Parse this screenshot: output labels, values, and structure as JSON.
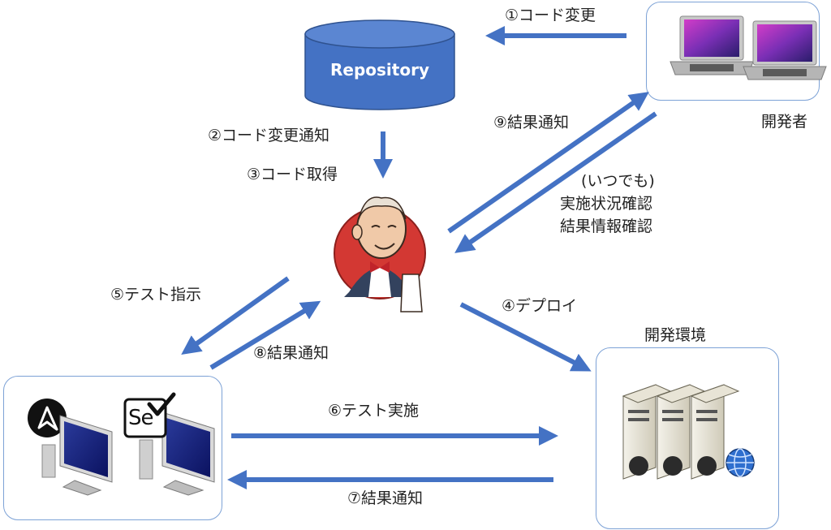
{
  "repository": {
    "label": "Repository"
  },
  "developer": {
    "label": "開発者"
  },
  "dev_env": {
    "label": "開発環境"
  },
  "steps": {
    "s1": "①コード変更",
    "s2": "②コード変更通知",
    "s3": "③コード取得",
    "s4": "④デプロイ",
    "s5": "⑤テスト指示",
    "s6": "⑥テスト実施",
    "s7": "⑦結果通知",
    "s8": "⑧結果通知",
    "s9": "⑨結果通知"
  },
  "anytime_note": {
    "line1": "(いつでも)",
    "line2": "実施状況確認",
    "line3": "結果情報確認"
  },
  "selenium_logo": {
    "text": "Se"
  },
  "colors": {
    "arrow": "#4472c4",
    "repo_fill": "#4472c4",
    "box_border": "#7da2d6",
    "jenkins_red": "#d33833"
  }
}
